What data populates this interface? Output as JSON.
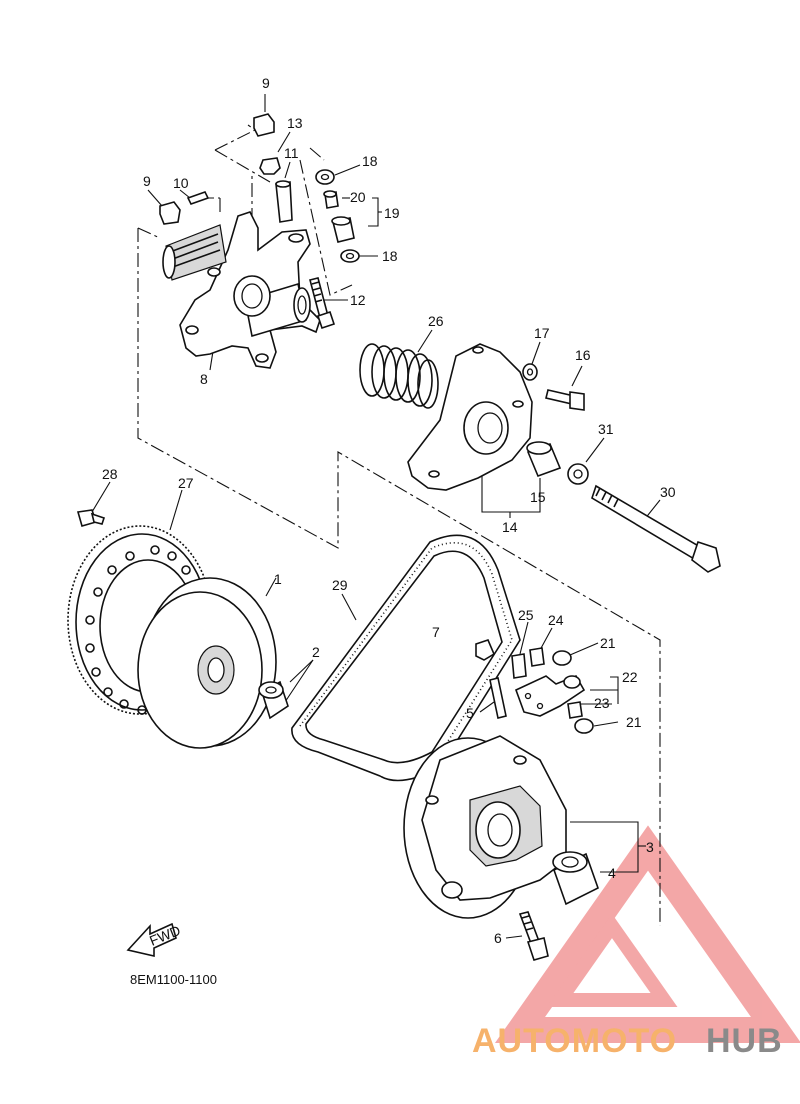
{
  "diagram": {
    "code": "8EM1100-1100",
    "fwd_label": "FWD",
    "callouts": [
      {
        "id": "c9a",
        "text": "9"
      },
      {
        "id": "c13",
        "text": "13"
      },
      {
        "id": "c11",
        "text": "11"
      },
      {
        "id": "c18a",
        "text": "18"
      },
      {
        "id": "c20",
        "text": "20"
      },
      {
        "id": "c19",
        "text": "19"
      },
      {
        "id": "c18b",
        "text": "18"
      },
      {
        "id": "c9b",
        "text": "9"
      },
      {
        "id": "c10",
        "text": "10"
      },
      {
        "id": "c12",
        "text": "12"
      },
      {
        "id": "c8",
        "text": "8"
      },
      {
        "id": "c26",
        "text": "26"
      },
      {
        "id": "c17",
        "text": "17"
      },
      {
        "id": "c16",
        "text": "16"
      },
      {
        "id": "c31",
        "text": "31"
      },
      {
        "id": "c15",
        "text": "15"
      },
      {
        "id": "c14",
        "text": "14"
      },
      {
        "id": "c30",
        "text": "30"
      },
      {
        "id": "c28",
        "text": "28"
      },
      {
        "id": "c27",
        "text": "27"
      },
      {
        "id": "c1",
        "text": "1"
      },
      {
        "id": "c29",
        "text": "29"
      },
      {
        "id": "c2",
        "text": "2"
      },
      {
        "id": "c7",
        "text": "7"
      },
      {
        "id": "c25",
        "text": "25"
      },
      {
        "id": "c24",
        "text": "24"
      },
      {
        "id": "c21a",
        "text": "21"
      },
      {
        "id": "c22",
        "text": "22"
      },
      {
        "id": "c23",
        "text": "23"
      },
      {
        "id": "c5",
        "text": "5"
      },
      {
        "id": "c21b",
        "text": "21"
      },
      {
        "id": "c3",
        "text": "3"
      },
      {
        "id": "c4",
        "text": "4"
      },
      {
        "id": "c6",
        "text": "6"
      }
    ]
  },
  "watermark": {
    "part1": "AUTOMOTO",
    "part2": "HUB",
    "color_primary": "#f6b26b",
    "color_secondary": "#8a8a8a",
    "triangle_color": "#f08a8a"
  }
}
